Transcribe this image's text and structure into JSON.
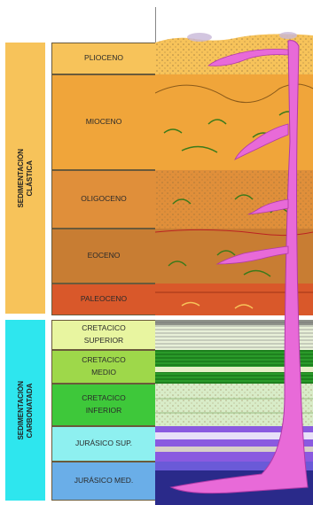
{
  "bands": [
    {
      "label": "SEDIMENTACIÓN\nCLÁSTICA",
      "color": "#f7c35a"
    },
    {
      "label": "SEDIMENTACIÓN\nCARBONATADA",
      "color": "#2ee6ee"
    }
  ],
  "epochs": [
    {
      "label": "PLIOCENO",
      "color": "#f7c35a"
    },
    {
      "label": "MIOCENO",
      "color": "#f0a53a"
    },
    {
      "label": "OLIGOCENO",
      "color": "#e08f3a"
    },
    {
      "label": "EOCENO",
      "color": "#c87d33"
    },
    {
      "label": "PALEOCENO",
      "color": "#d9582a"
    },
    {
      "label": "CRETACICO\nSUPERIOR",
      "color": "#e8f5a0"
    },
    {
      "label": "CRETACICO\nMEDIO",
      "color": "#9ed84a"
    },
    {
      "label": "CRETACICO\nINFERIOR",
      "color": "#3ec83a"
    },
    {
      "label": "JURÁSICO SUP.",
      "color": "#8ef0f0"
    },
    {
      "label": "JURÁSICO MED.",
      "color": "#6aaee8"
    }
  ],
  "section_colors": {
    "plume": "#e86ad8",
    "pattern_dots": "#8a6a3a",
    "green_layer": "#2a9a2a",
    "purple_layer": "#8a5ae0",
    "base": "#2a2a8a"
  }
}
